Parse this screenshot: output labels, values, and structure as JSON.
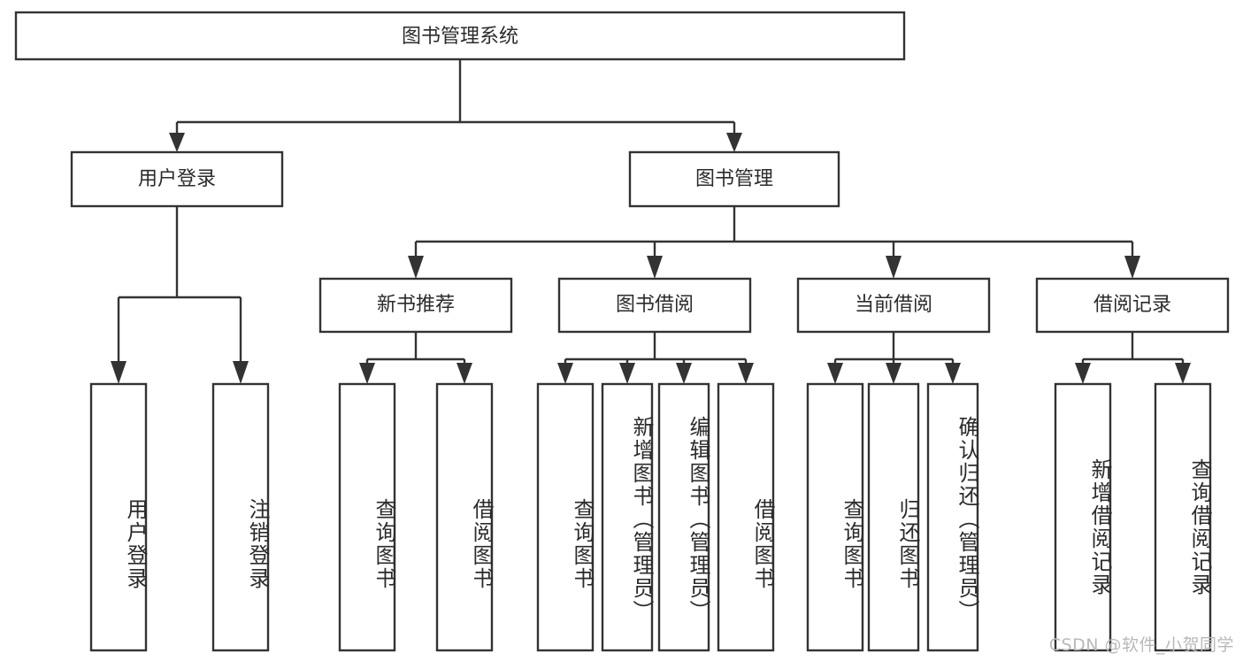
{
  "diagram": {
    "title": "图书管理系统",
    "type": "tree-hierarchy",
    "orientation": "top-down",
    "colors": {
      "box_fill": "#ffffff",
      "box_stroke": "#333333",
      "text": "#2b2b2b",
      "background": "#ffffff",
      "watermark": "#b9b9b9"
    },
    "root": {
      "label": "图书管理系统"
    },
    "level2": [
      {
        "label": "用户登录"
      },
      {
        "label": "图书管理"
      }
    ],
    "level3": [
      {
        "label": "新书推荐"
      },
      {
        "label": "图书借阅"
      },
      {
        "label": "当前借阅"
      },
      {
        "label": "借阅记录"
      }
    ],
    "leaves": {
      "user_login": [
        {
          "label": "用户登录"
        },
        {
          "label": "注销登录"
        }
      ],
      "new_book_recommend": [
        {
          "label": "查询图书"
        },
        {
          "label": "借阅图书"
        }
      ],
      "book_borrow": [
        {
          "label": "查询图书"
        },
        {
          "label": "新增图书（管理员）"
        },
        {
          "label": "编辑图书（管理员）"
        },
        {
          "label": "借阅图书"
        }
      ],
      "current_borrow": [
        {
          "label": "查询图书"
        },
        {
          "label": "归还图书"
        },
        {
          "label": "确认归还（管理员）"
        }
      ],
      "borrow_record": [
        {
          "label": "新增借阅记录"
        },
        {
          "label": "查询借阅记录"
        }
      ]
    }
  },
  "watermark": {
    "text": "CSDN @软件_小贺同学"
  }
}
